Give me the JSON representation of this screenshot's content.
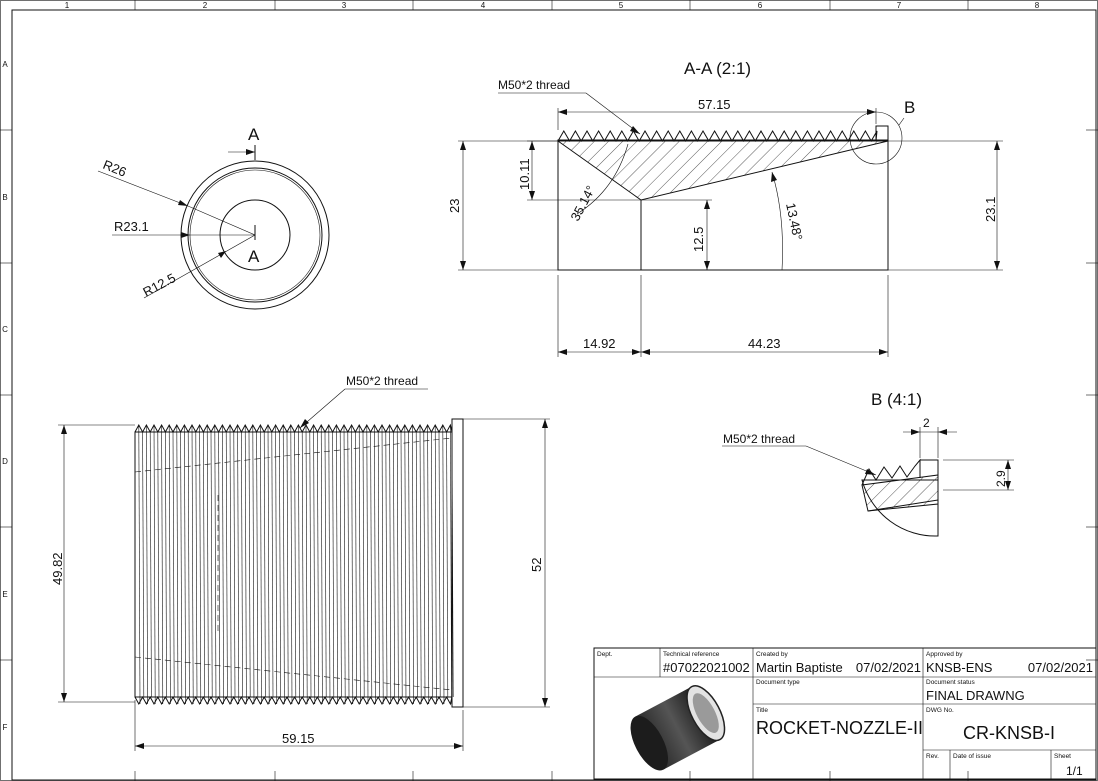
{
  "border": {
    "columns": [
      "1",
      "2",
      "3",
      "4",
      "5",
      "6",
      "7",
      "8"
    ],
    "rows": [
      "A",
      "B",
      "C",
      "D",
      "E",
      "F"
    ]
  },
  "front_view": {
    "section_mark_top": "A",
    "section_mark_bottom": "A",
    "r26": "R26",
    "r23_1": "R23.1",
    "r12_5": "R12.5"
  },
  "section_view": {
    "title": "A-A (2:1)",
    "thread_callout": "M50*2 thread",
    "detail_label": "B",
    "dim_length": "57.15",
    "dim_10_11": "10.11",
    "dim_23": "23",
    "angle_35": "35.14°",
    "dim_12_5": "12.5",
    "angle_13": "13.48°",
    "dim_23_1": "23.1",
    "dim_14_92": "14.92",
    "dim_44_23": "44.23"
  },
  "side_view": {
    "thread_callout": "M50*2 thread",
    "dim_49_82": "49.82",
    "dim_52": "52",
    "dim_59_15": "59.15"
  },
  "detail_view": {
    "title": "B (4:1)",
    "thread_callout": "M50*2 thread",
    "dim_2": "2",
    "dim_2_9": "2.9"
  },
  "title_block": {
    "dept_label": "Dept.",
    "tech_ref_label": "Technical reference",
    "tech_ref": "#07022021002",
    "created_by_label": "Created by",
    "created_by": "Martin Baptiste",
    "created_date": "07/02/2021",
    "approved_by_label": "Approved by",
    "approved_by": "KNSB-ENS",
    "approved_date": "07/02/2021",
    "doc_type_label": "Document type",
    "doc_status_label": "Document status",
    "doc_status": "FINAL DRAWNG",
    "title_label": "Title",
    "title": "ROCKET-NOZZLE-II",
    "dwg_no_label": "DWG No.",
    "dwg_no": "CR-KNSB-I",
    "rev_label": "Rev.",
    "date_issue_label": "Date of issue",
    "sheet_label": "Sheet",
    "sheet": "1/1"
  }
}
